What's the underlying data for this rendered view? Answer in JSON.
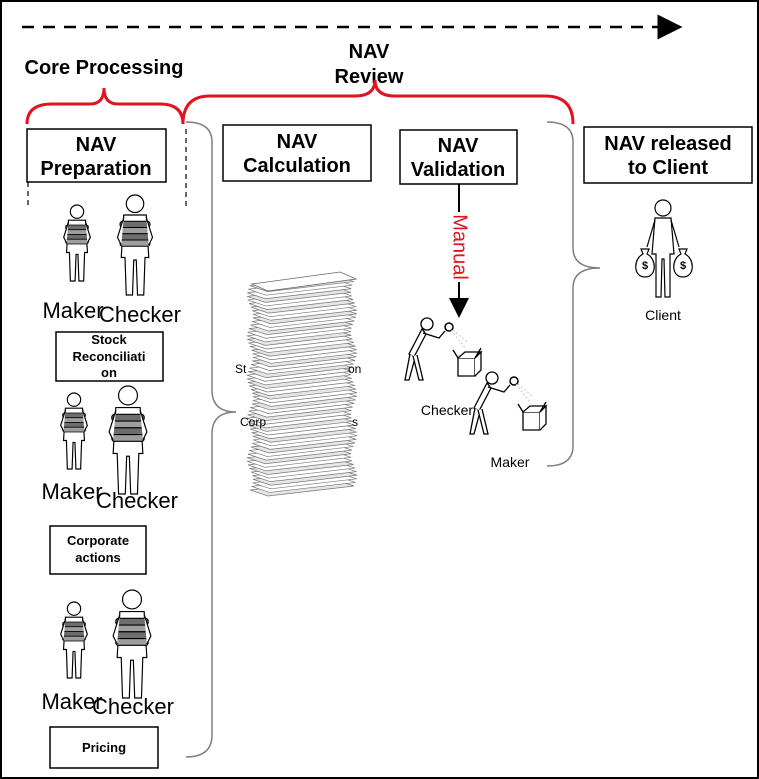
{
  "phases": {
    "core_processing": "Core Processing",
    "nav_review_line1": "NAV",
    "nav_review_line2": "Review"
  },
  "stages": {
    "preparation": [
      "NAV",
      "Preparation"
    ],
    "calculation": [
      "NAV",
      "Calculation"
    ],
    "validation": [
      "NAV",
      "Validation"
    ],
    "released": [
      "NAV released",
      "to Client"
    ]
  },
  "manual_label": "Manual",
  "roles": {
    "maker": "Maker",
    "checker": "Checker",
    "client": "Client"
  },
  "tasks": {
    "stock_reconciliation": [
      "Stock",
      "Reconciliati",
      "on"
    ],
    "corporate_actions": [
      "Corporate",
      "actions"
    ],
    "pricing": [
      "Pricing"
    ]
  },
  "stack_labels": {
    "stock_partial": [
      "St",
      "on"
    ],
    "corporate_partial": [
      "Corp",
      "s"
    ]
  },
  "colors": {
    "accent_red": "#e0141e",
    "ink": "#000000",
    "bracket_gray": "#7f7f7f",
    "paper_gray": "#bfbfbf"
  }
}
